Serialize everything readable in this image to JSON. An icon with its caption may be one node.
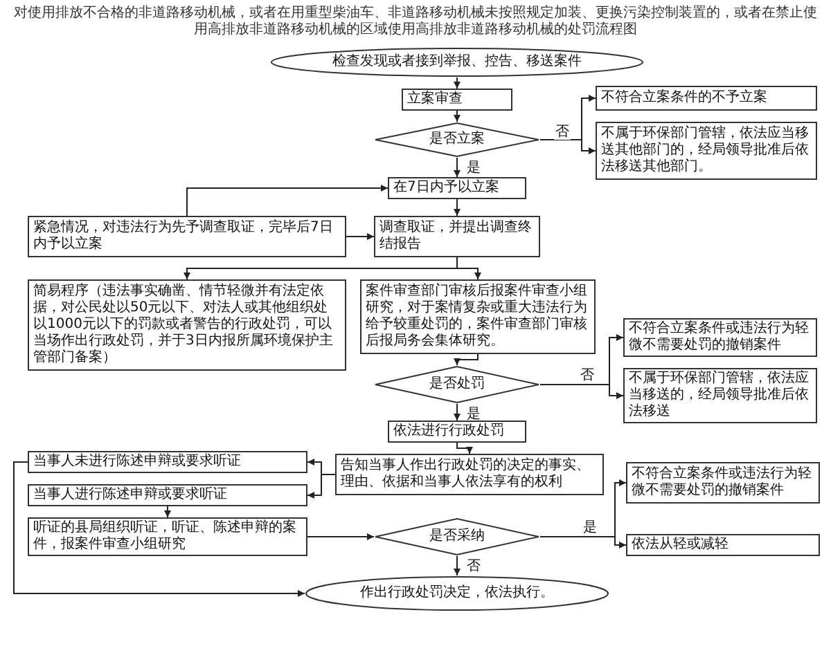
{
  "diagram": {
    "title": "对使用排放不合格的非道路移动机械，或者在用重型柴油车、非道路移动机械未按照规定加装、更换污染控制装置的，或者在禁止使用高排放非道路移动机械的区域使用高排放非道路移动机械的处罚流程图",
    "nodes": [
      {
        "text": [
          "检查发现或者接到举报、控告、移送案件"
        ]
      },
      {
        "text": [
          "立案审查"
        ]
      },
      {
        "text": [
          "是否立案"
        ]
      },
      {
        "text": [
          "不符合立案条件的不予立案"
        ]
      },
      {
        "text": [
          "不属于环保部门管辖，依法应当移送其他部门的，经局领导批准后依法移送其他部门。"
        ]
      },
      {
        "text": [
          "在7日内予以立案"
        ]
      },
      {
        "text": [
          "紧急情况，对违法行为先予调查取证，完毕后7日内予以立案"
        ]
      },
      {
        "text": [
          "调查取证，并提出调查终结报告"
        ]
      },
      {
        "text": [
          "简易程序（违法事实确凿、情节轻微并有法定依据，对公民处以50元以下、对法人或其他组织处以1000元以下的罚款或者警告的行政处罚，可以当场作出行政处罚，并于3日内报所属环境保护主管部门备案）"
        ]
      },
      {
        "text": [
          "案件审查部门审核后报案件审查小组研究，对于案情复杂或重大违法行为给予较重处罚的，案件审查部门审核后报局务会集体研究。"
        ]
      },
      {
        "text": [
          "是否处罚"
        ]
      },
      {
        "text": [
          "不符合立案条件或违法行为轻微不需要处罚的撤销案件"
        ]
      },
      {
        "text": [
          "不属于环保部门管辖，依法应当移送的，经局领导批准后依法移送"
        ]
      },
      {
        "text": [
          "依法进行行政处罚"
        ]
      },
      {
        "text": [
          "告知当事人作出行政处罚的决定的事实、理由、依据和当事人依法享有的权利"
        ]
      },
      {
        "text": [
          "当事人未进行陈述申辩或要求听证"
        ]
      },
      {
        "text": [
          "当事人进行陈述申辩或要求听证"
        ]
      },
      {
        "text": [
          "听证的县局组织听证，听证、陈述申辩的案件，报案件审查小组研究"
        ]
      },
      {
        "text": [
          "是否采纳"
        ]
      },
      {
        "text": [
          "不符合立案条件或违法行为轻微不需要处罚的撤销案件"
        ]
      },
      {
        "text": [
          "依法从轻或减轻"
        ]
      },
      {
        "text": [
          "作出行政处罚决定，依法执行。"
        ]
      }
    ],
    "edges": [
      {
        "from": 0,
        "to": 1,
        "arrow": "to"
      },
      {
        "from": 1,
        "to": 2,
        "arrow": "to"
      },
      {
        "from": 2,
        "to": 3,
        "arrow": "to",
        "label": "否"
      },
      {
        "from": 2,
        "to": 4,
        "arrow": "to"
      },
      {
        "from": 2,
        "to": 5,
        "arrow": "to",
        "label": "是"
      },
      {
        "from": 6,
        "to": 5,
        "arrow": "to"
      },
      {
        "from": 6,
        "to": 7,
        "arrow": "to"
      },
      {
        "from": 5,
        "to": 7,
        "arrow": "to"
      },
      {
        "from": 7,
        "to": 8,
        "arrow": "to"
      },
      {
        "from": 7,
        "to": 9,
        "arrow": "to"
      },
      {
        "from": 9,
        "to": 10,
        "arrow": "to"
      },
      {
        "from": 10,
        "to": 11,
        "arrow": "to",
        "label": "否"
      },
      {
        "from": 10,
        "to": 12,
        "arrow": "to"
      },
      {
        "from": 10,
        "to": 13,
        "arrow": "to",
        "label": "是"
      },
      {
        "from": 13,
        "to": 14,
        "arrow": "to"
      },
      {
        "from": 14,
        "to": 15,
        "arrow": "to"
      },
      {
        "from": 14,
        "to": 16,
        "arrow": "to"
      },
      {
        "from": 16,
        "to": 17,
        "arrow": "to"
      },
      {
        "from": 17,
        "to": 18,
        "arrow": "to"
      },
      {
        "from": 18,
        "to": 19,
        "arrow": "to",
        "label": "是"
      },
      {
        "from": 18,
        "to": 20,
        "arrow": "to"
      },
      {
        "from": 18,
        "to": 21,
        "arrow": "to",
        "label": "否"
      },
      {
        "from": 15,
        "to": 21,
        "arrow": "to"
      }
    ]
  }
}
